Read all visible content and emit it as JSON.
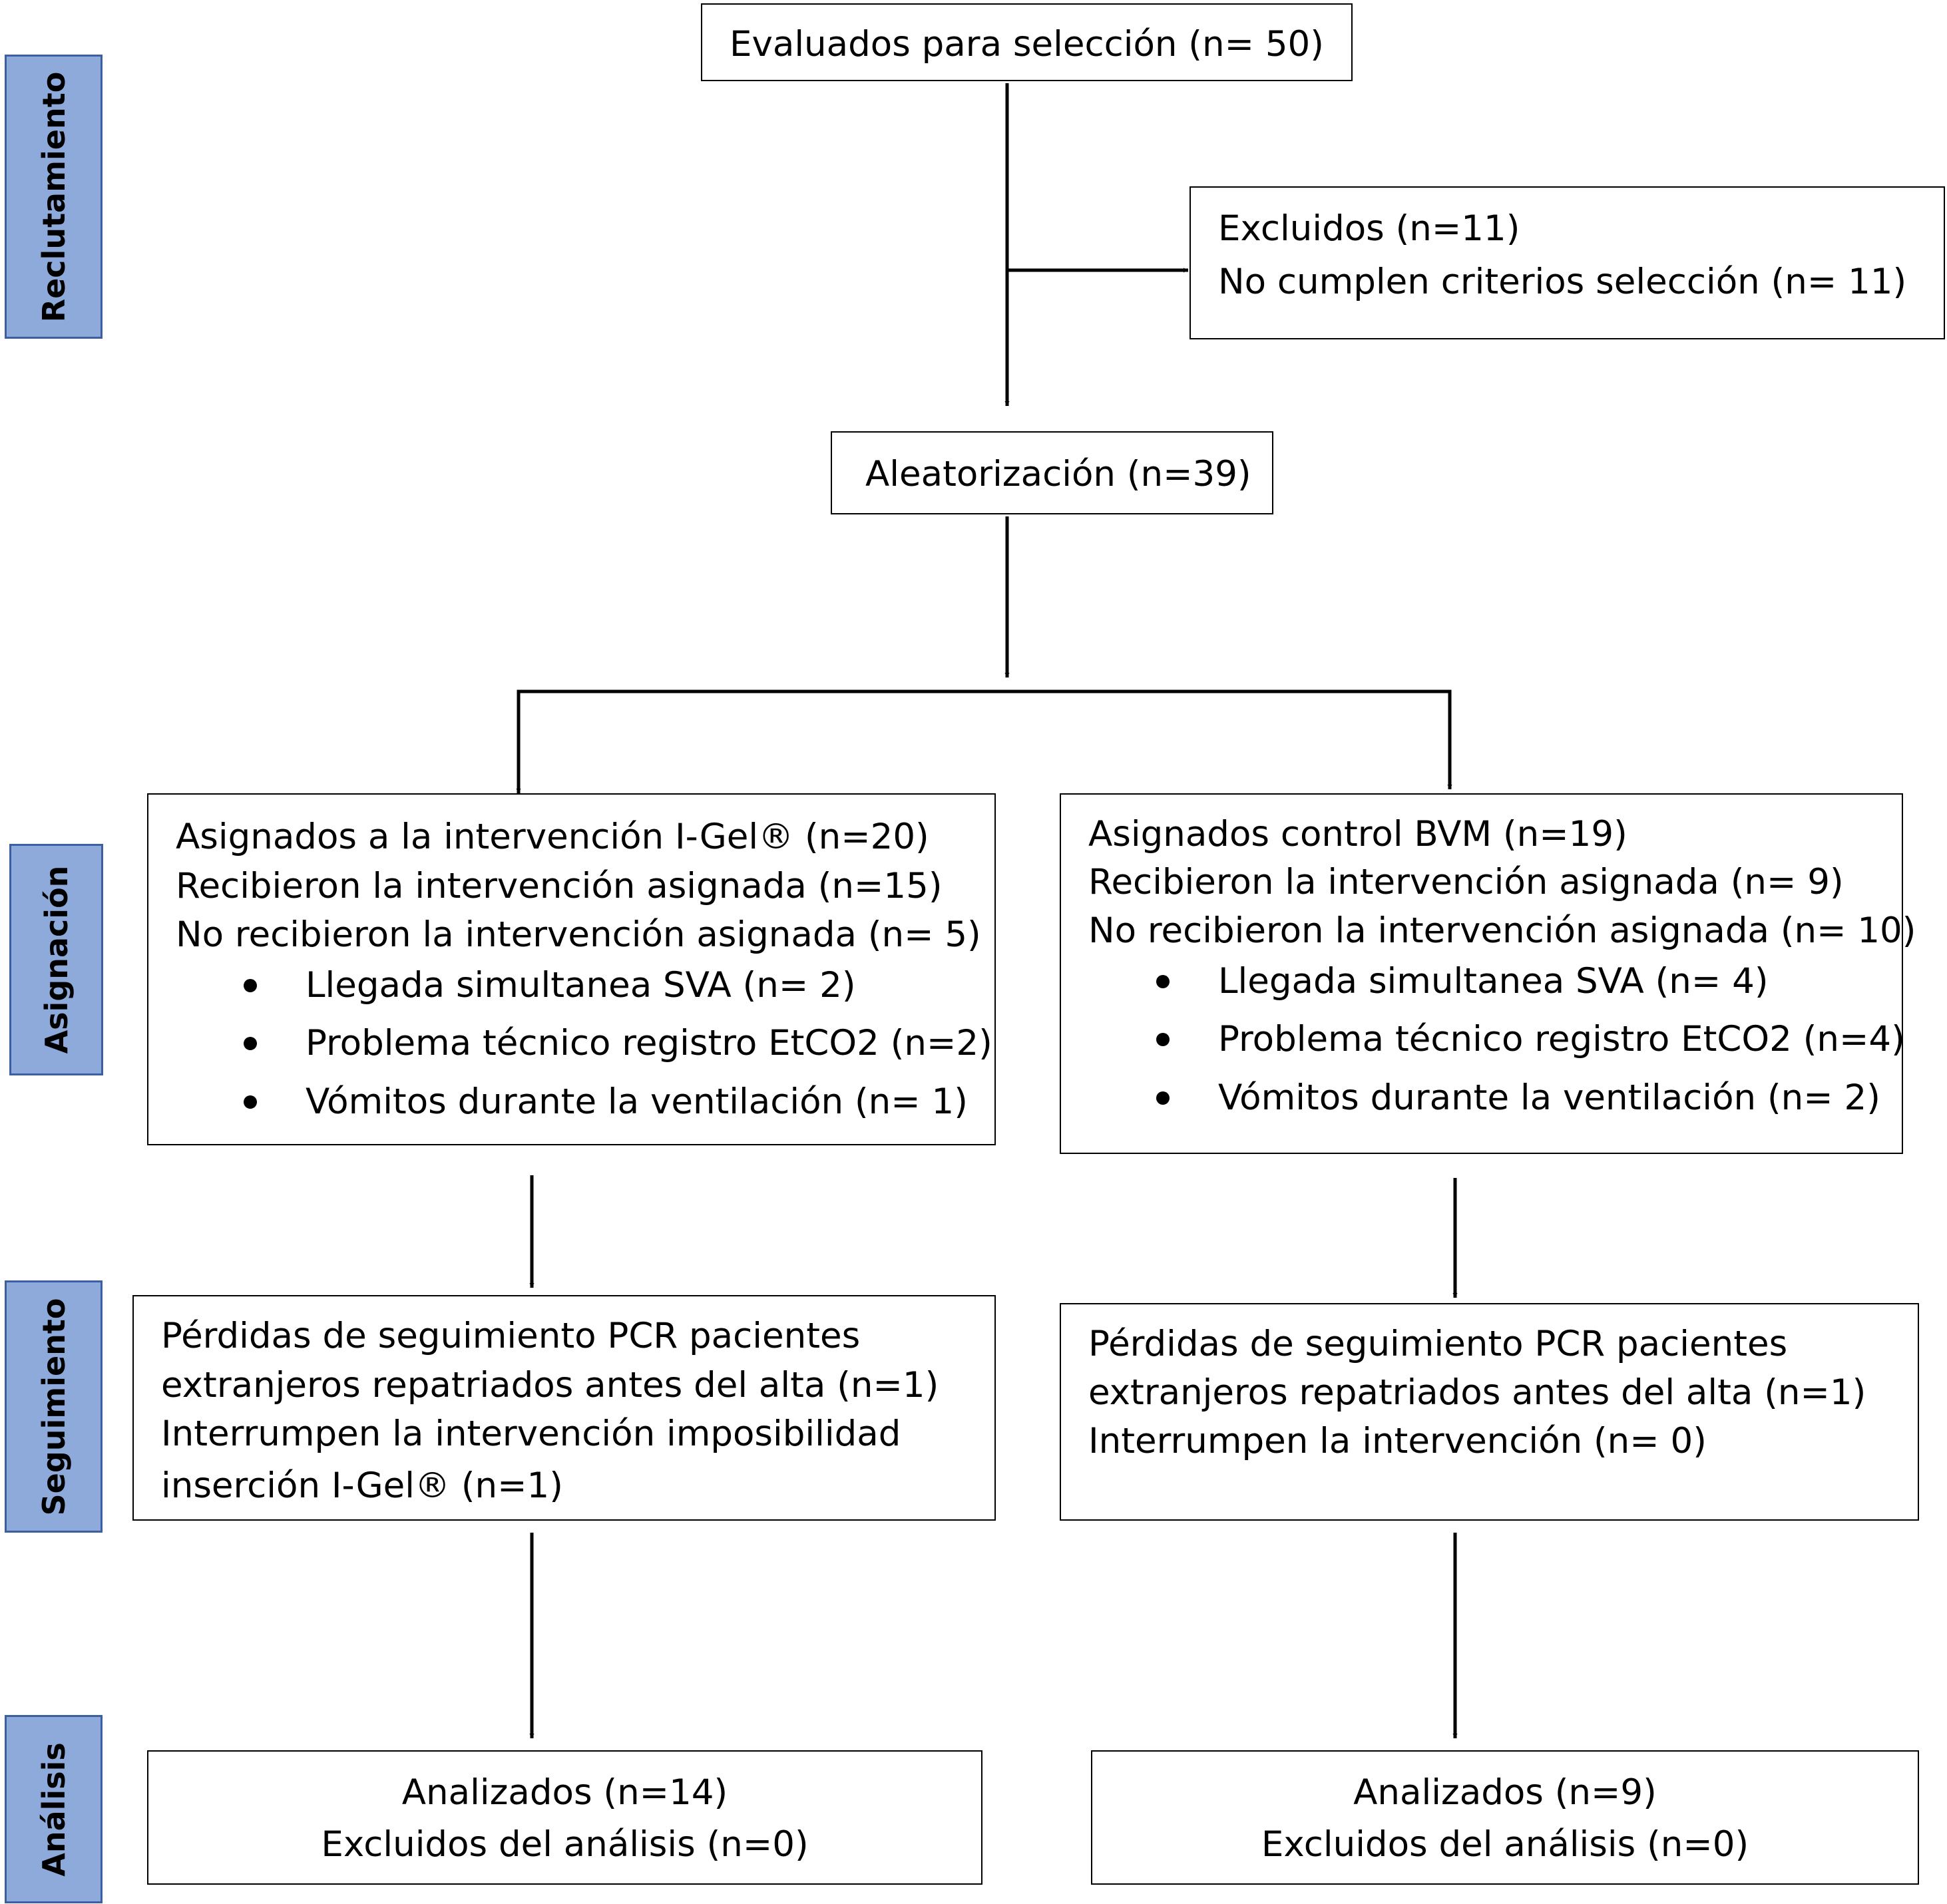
{
  "stages": {
    "recruitment": "Reclutamiento",
    "allocation": "Asignación",
    "followup": "Seguimiento",
    "analysis": "Análisis"
  },
  "enrollment": {
    "assessed": "Evaluados para selección (n= 50)",
    "excluded_title": "Excluidos (n=11)",
    "excluded_reason": "No cumplen criterios selección (n= 11)",
    "randomized": "Aleatorización (n=39)"
  },
  "igel_arm": {
    "allocated": "Asignados a la intervención I-Gel® (n=20)",
    "received": "Recibieron la intervención asignada (n=15)",
    "not_received": "No recibieron la intervención asignada (n= 5)",
    "reasons": [
      "Llegada simultanea SVA (n= 2)",
      "Problema técnico registro EtCO2 (n=2)",
      "Vómitos durante la ventilación (n= 1)"
    ],
    "followup": [
      "Pérdidas de seguimiento PCR pacientes",
      "extranjeros repatriados antes del alta (n=1)",
      "Interrumpen la intervención imposibilidad",
      "inserción I-Gel® (n=1)"
    ],
    "analyzed": "Analizados (n=14)",
    "excluded_analysis": "Excluidos del análisis (n=0)"
  },
  "bvm_arm": {
    "allocated": "Asignados control BVM (n=19)",
    "received": "Recibieron la intervención asignada (n= 9)",
    "not_received": "No recibieron la intervención asignada (n= 10)",
    "reasons": [
      "Llegada simultanea SVA (n= 4)",
      "Problema técnico registro EtCO2 (n=4)",
      "Vómitos durante la ventilación (n= 2)"
    ],
    "followup": [
      "Pérdidas de seguimiento PCR pacientes",
      "extranjeros repatriados antes del alta (n=1)",
      "Interrumpen la intervención (n= 0)"
    ],
    "analyzed": "Analizados (n=9)",
    "excluded_analysis": "Excluidos del análisis (n=0)"
  }
}
